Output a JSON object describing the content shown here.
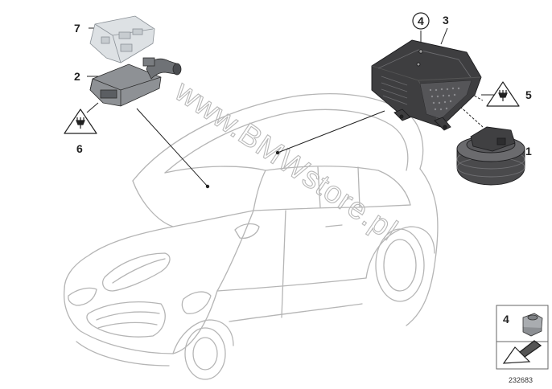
{
  "callouts": {
    "c1": "1",
    "c2": "2",
    "c3": "3",
    "c4": "4",
    "c5": "5",
    "c6": "6",
    "c7": "7",
    "legend_number": "4"
  },
  "watermark": "www.BMWstore.pl",
  "part_number": "232683",
  "colors": {
    "line": "#222222",
    "car_outline": "#b5b5b5",
    "dark_part": "#3e3e40",
    "mid_part": "#6b6b6e",
    "light_part": "#cfd3d6"
  },
  "icons": [
    "warning-triangle-icon",
    "plug-icon",
    "arrow-icon"
  ]
}
